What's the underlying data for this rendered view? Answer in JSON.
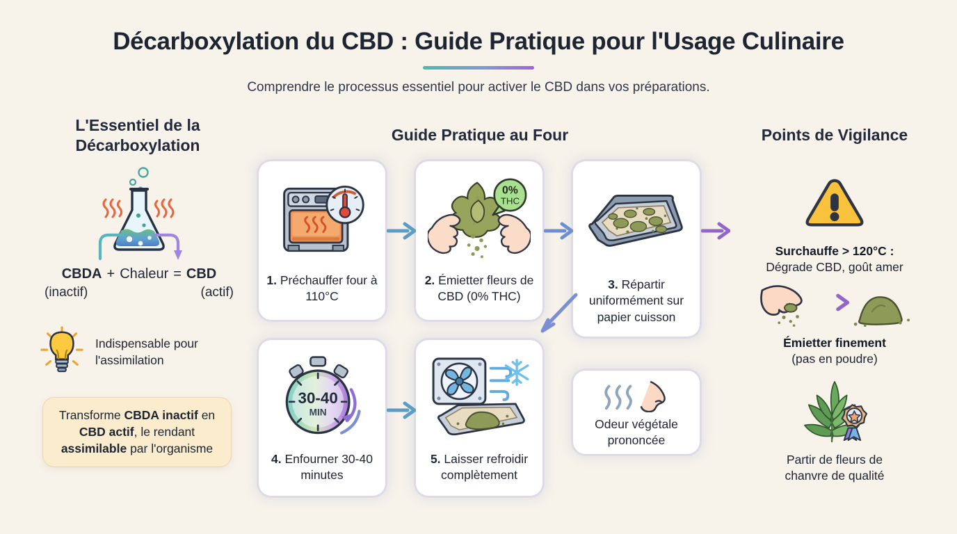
{
  "header": {
    "title": "Décarboxylation du CBD : Guide Pratique pour l'Usage Culinaire",
    "subtitle": "Comprendre le processus essentiel pour activer le CBD dans vos préparations."
  },
  "left_column": {
    "heading": "L'Essentiel de la Décarboxylation",
    "equation": {
      "term1_bold": "CBDA",
      "term1_sub": "(inactif)",
      "plus": "+",
      "term2": "Chaleur",
      "equals": "=",
      "term3_bold": "CBD",
      "term3_sub": "(actif)"
    },
    "bulb_note": "Indispensable pour l'assimilation",
    "callout_segments": [
      {
        "text": "Transforme ",
        "bold": false
      },
      {
        "text": "CBDA inactif",
        "bold": true
      },
      {
        "text": " en ",
        "bold": false
      },
      {
        "text": "CBD actif",
        "bold": true
      },
      {
        "text": ", le rendant ",
        "bold": false
      },
      {
        "text": "assimilable",
        "bold": true
      },
      {
        "text": " par l'organisme",
        "bold": false
      }
    ]
  },
  "middle_column": {
    "heading": "Guide Pratique au Four",
    "steps": [
      {
        "number": "1.",
        "text": " Préchauffer four à 110°C",
        "icon": "oven-thermometer-icon"
      },
      {
        "number": "2.",
        "text": " Émietter fleurs de CBD (0% THC)",
        "icon": "hands-crumbling-bud-icon",
        "badge_line1": "0%",
        "badge_line2": "THC"
      },
      {
        "number": "3.",
        "text": " Répartir uniformément sur papier cuisson",
        "icon": "baking-tray-icon"
      },
      {
        "number": "4.",
        "text": " Enfourner 30-40 minutes",
        "icon": "stopwatch-icon",
        "timer_line1": "30-40",
        "timer_line2": "MIN"
      },
      {
        "number": "5.",
        "text": " Laisser refroidir complètement",
        "icon": "fan-cooling-icon"
      }
    ],
    "odeur_card": {
      "text": "Odeur végétale prononcée",
      "icon": "nose-smell-icon"
    }
  },
  "right_column": {
    "heading": "Points de Vigilance",
    "items": [
      {
        "icon": "warning-triangle-icon",
        "line1": "Surchauffe > 120°C :",
        "line2": "Dégrade CBD, goût amer"
      },
      {
        "icon": "hand-crumble-pile-icon",
        "line1": "Émietter finement",
        "line2": "(pas en poudre)"
      },
      {
        "icon": "cannabis-leaf-quality-badge-icon",
        "line1": "Partir de fleurs de",
        "line2": "chanvre de qualité"
      }
    ]
  },
  "colors": {
    "background": "#f7f2ea",
    "ink": "#1d2533",
    "arrow_blue": "#5b9dc4",
    "arrow_purple": "#9266c8",
    "accent_teal": "#4fb9b0",
    "accent_violet": "#a066d8",
    "callout_bg": "#fbecce",
    "warning_yellow": "#f9c23c"
  }
}
